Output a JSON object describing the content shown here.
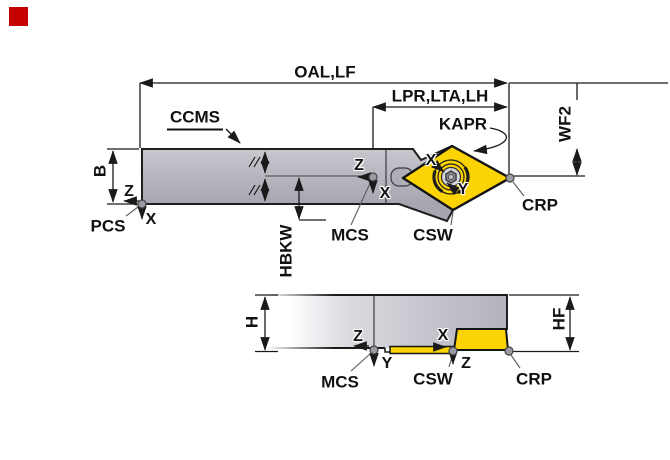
{
  "diagram": {
    "title_note": "tool holder dimension drawing, top view and side view",
    "colors": {
      "red_marker": "#c40000",
      "body_gray": "#b2b2bc",
      "insert_yellow": "#fcd303",
      "line": "#1a1a1a"
    },
    "top_view": {
      "dim_oal": "OAL,LF",
      "dim_lpr": "LPR,LTA,LH",
      "label_ccms": "CCMS",
      "label_kapr": "KAPR",
      "dim_wf2": "WF2",
      "dim_b": "B",
      "dim_hbkw": "HBKW",
      "point_pcs": "PCS",
      "point_mcs": "MCS",
      "label_csw": "CSW",
      "point_crp": "CRP",
      "axis_z_pcs": "Z",
      "axis_x_pcs": "X",
      "axis_z_mcs": "Z",
      "axis_x_mcs": "X",
      "axis_x_insert": "X",
      "axis_y_insert": "Y"
    },
    "bottom_view": {
      "dim_h": "H",
      "dim_hf": "HF",
      "point_mcs": "MCS",
      "label_csw": "CSW",
      "point_crp": "CRP",
      "axis_z_mcs": "Z",
      "axis_y_mcs": "Y",
      "axis_x_csw": "X",
      "axis_z_csw": "Z"
    }
  }
}
